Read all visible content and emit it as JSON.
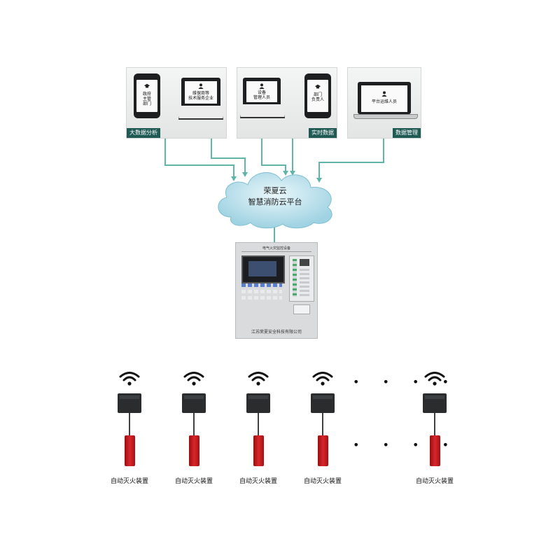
{
  "top_panels": [
    {
      "tag": "大数据分析",
      "phone_lines": [
        "政府",
        "主管",
        "部门"
      ],
      "laptop_lines": [
        "维保商等",
        "技术服务企业"
      ]
    },
    {
      "tag": "实时数据",
      "laptop_lines": [
        "设备",
        "管理人员"
      ],
      "phone_lines": [
        "部门",
        "负责人"
      ]
    },
    {
      "tag": "数据管理",
      "laptop_lines": [
        "平台运维人员"
      ]
    }
  ],
  "cloud": {
    "line1": "荣夏云",
    "line2": "智慧消防云平台"
  },
  "cabinet": {
    "title": "电气火灾监控设备",
    "company": "江苏荣夏安全科技有限公司"
  },
  "field_devices": [
    {
      "label": "自动灭火装置"
    },
    {
      "label": "自动灭火装置"
    },
    {
      "label": "自动灭火装置"
    },
    {
      "label": "自动灭火装置"
    },
    {
      "label": "自动灭火装置"
    }
  ],
  "ellipsis": "• • • •",
  "colors": {
    "connector": "#5fb5a8",
    "panel_tag": "#1f5a55",
    "cloud_text": "#1a1a1a",
    "extinguisher": "#c81e23"
  }
}
